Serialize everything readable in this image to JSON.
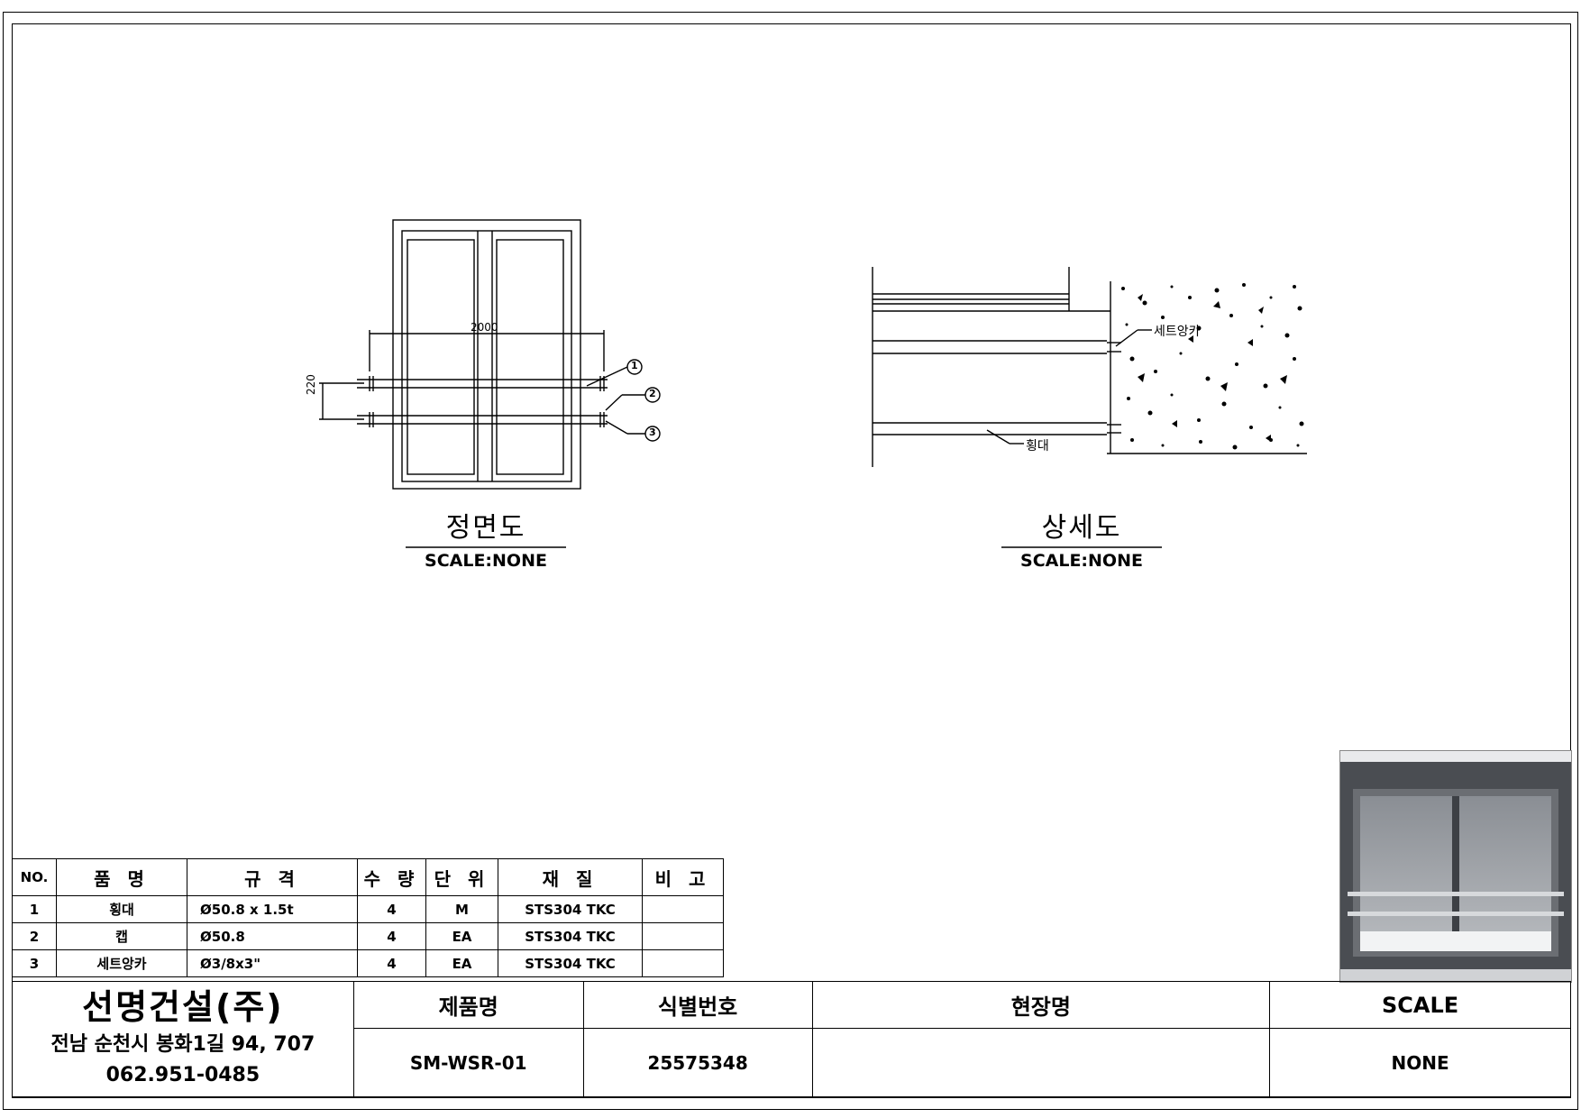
{
  "front_view": {
    "title": "정면도",
    "scale": "SCALE:NONE",
    "dim_width": "2000",
    "dim_height": "220",
    "callouts": [
      "1",
      "2",
      "3"
    ]
  },
  "detail_view": {
    "title": "상세도",
    "scale": "SCALE:NONE",
    "label_anchor": "세트앙카",
    "label_bar": "횡대"
  },
  "bom": {
    "headers": [
      "NO.",
      "품 명",
      "규 격",
      "수 량",
      "단 위",
      "재 질",
      "비 고"
    ],
    "rows": [
      {
        "no": "1",
        "name": "횡대",
        "spec": "Ø50.8 x 1.5t",
        "qty": "4",
        "unit": "M",
        "material": "STS304 TKC",
        "note": ""
      },
      {
        "no": "2",
        "name": "캡",
        "spec": "Ø50.8",
        "qty": "4",
        "unit": "EA",
        "material": "STS304 TKC",
        "note": ""
      },
      {
        "no": "3",
        "name": "세트앙카",
        "spec": "Ø3/8x3\"",
        "qty": "4",
        "unit": "EA",
        "material": "STS304 TKC",
        "note": ""
      }
    ]
  },
  "title_block": {
    "company": "선명건설(주)",
    "address": "전남 순천시 봉화1길 94, 707",
    "phone": "062.951-0485",
    "product_name_label": "제품명",
    "product_name_value": "SM-WSR-01",
    "id_label": "식별번호",
    "id_value": "25575348",
    "site_label": "현장명",
    "site_value": "",
    "scale_label": "SCALE",
    "scale_value": "NONE"
  },
  "colors": {
    "line": "#000000",
    "photo_frame": "#4a4d52",
    "photo_glass": "#8c9096",
    "photo_bg": "#e9eaec"
  }
}
